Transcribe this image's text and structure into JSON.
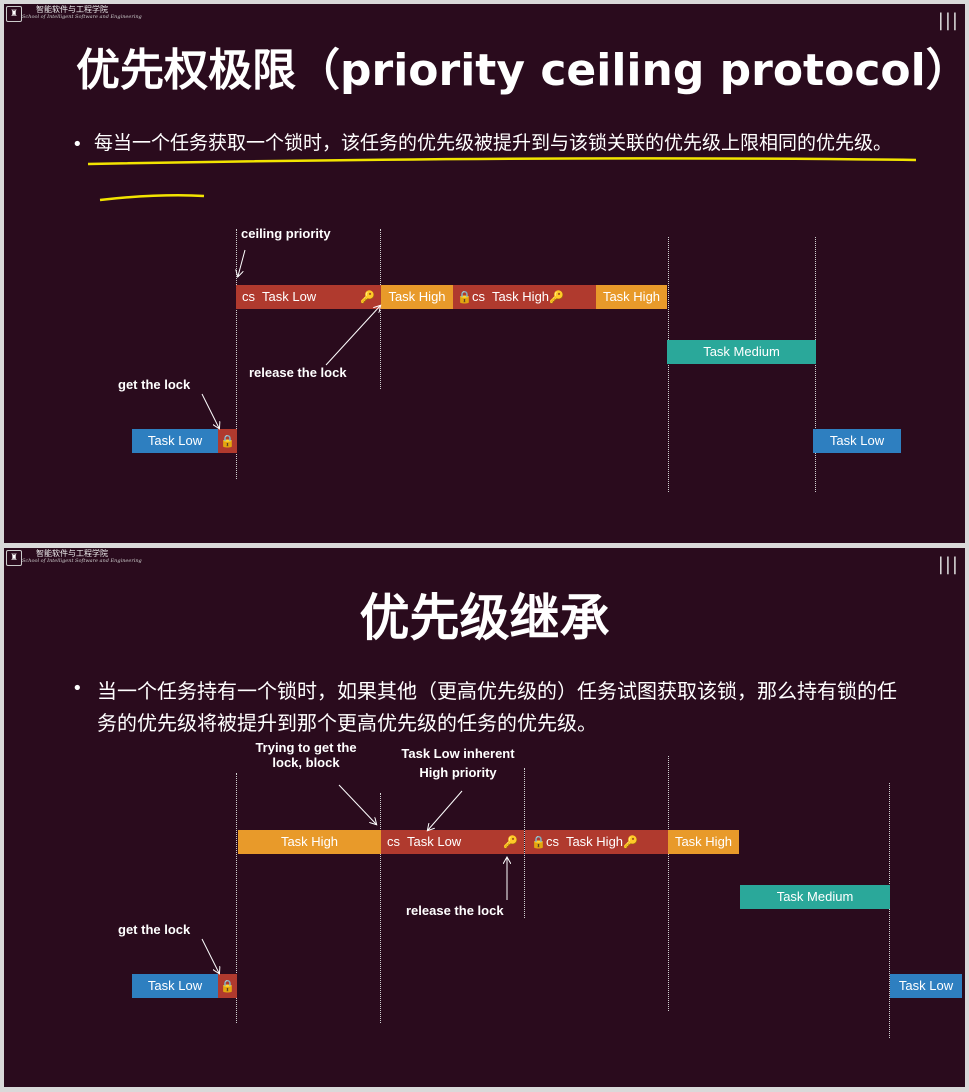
{
  "header": {
    "school_cn": "智能软件与工程学院",
    "school_en": "School of Intelligent Software and Engineering"
  },
  "slide1": {
    "title": "优先权极限（priority ceiling protocol）",
    "bullet": "每当一个任务获取一个锁时，该任务的优先级被提升到与该锁关联的优先级上限相同的优先级。",
    "labels": {
      "ceiling_priority": "ceiling priority",
      "release_the_lock": "release the lock",
      "get_the_lock": "get the lock"
    },
    "bars": {
      "cs": "cs",
      "task_low": "Task Low",
      "task_high": "Task High",
      "task_medium": "Task Medium"
    }
  },
  "slide2": {
    "title": "优先级继承",
    "bullet": "当一个任务持有一个锁时，如果其他（更高优先级的）任务试图获取该锁，那么持有锁的任务的优先级将被提升到那个更高优先级的任务的优先级。",
    "labels": {
      "trying_line1": "Trying to get the",
      "trying_line2": "lock, block",
      "inherent_line1": "Task Low inherent",
      "inherent_line2": "High priority",
      "release_the_lock": "release the lock",
      "get_the_lock": "get the lock"
    },
    "bars": {
      "cs": "cs",
      "task_low": "Task Low",
      "task_high": "Task High",
      "task_medium": "Task Medium"
    }
  },
  "colors": {
    "background": "#2a0b1d",
    "red": "#b03a2e",
    "orange": "#e89a2a",
    "teal": "#2aa89a",
    "blue": "#2e7fc0",
    "highlight": "#f2e400"
  },
  "icons": [
    "lock-icon",
    "key-icon",
    "presentation-bars-icon",
    "school-logo-icon"
  ]
}
